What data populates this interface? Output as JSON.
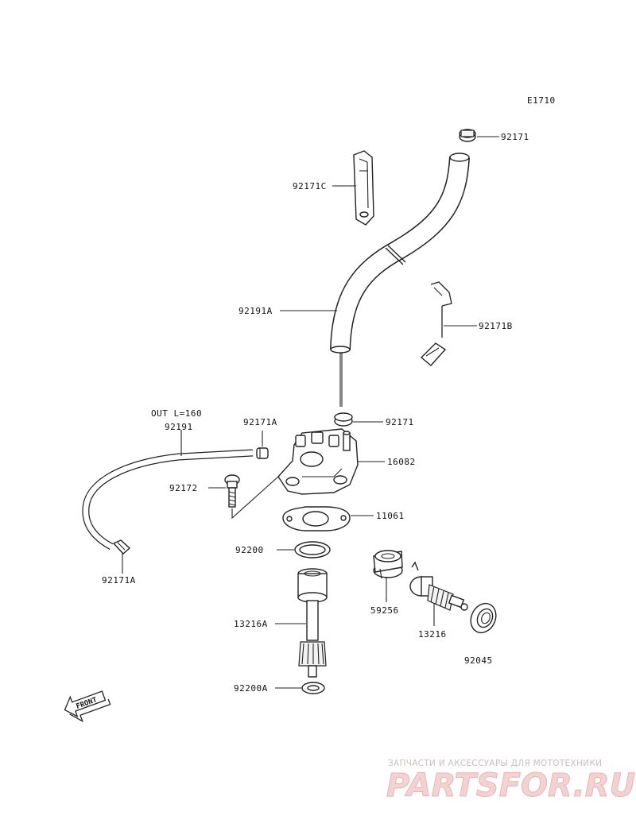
{
  "diagram_code": "E1710",
  "labels": {
    "p92171_top": "92171",
    "p92171c": "92171C",
    "p92191a": "92191A",
    "p92171b": "92171B",
    "out_note": "OUT L=160",
    "p92191": "92191",
    "p92171a_top": "92171A",
    "p92171_mid": "92171",
    "p16082": "16082",
    "p92172": "92172",
    "p11061": "11061",
    "p92200": "92200",
    "p92171a_bottom": "92171A",
    "p59256": "59256",
    "p13216": "13216",
    "p13216a": "13216A",
    "p92045": "92045",
    "p92200a": "92200A"
  },
  "front_arrow": "FRONT",
  "watermark": {
    "line1": "ЗАПЧАСТИ И АКСЕССУАРЫ ДЛЯ МОТОТЕХНИКИ",
    "line2": "PARTSFOR.RU"
  }
}
